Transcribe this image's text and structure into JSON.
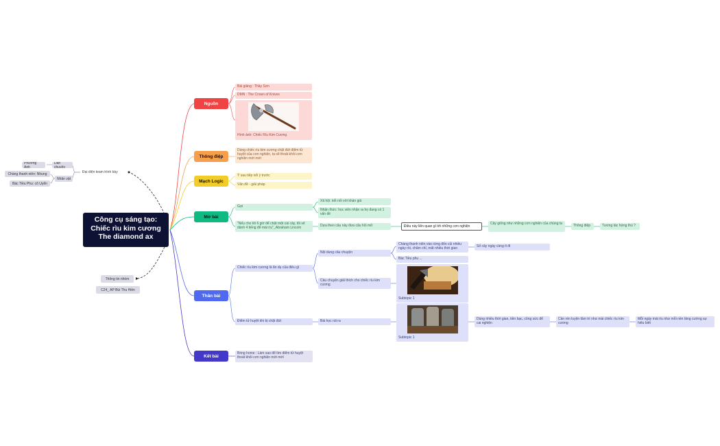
{
  "root": {
    "lines": [
      "Công cụ sáng tạo:",
      "Chiếc rìu kim cương",
      "The diamond ax"
    ]
  },
  "left": {
    "presenter": "Đại diện team  trình bày",
    "dan_chuyen": "Dẫn chuyện",
    "phuong_anh": "Phương Anh",
    "nhan_vat": "Nhân vật",
    "chang_thanh_nien": "Chàng thanh niên: Nhung",
    "bac_tieu_phu": "Bác Tiều Phu: cô Uyển",
    "team_info": "Thông tin nhóm",
    "team_name": "C24_ AP Bùi Thu Hiền"
  },
  "branches": {
    "nguon": {
      "label": "Nguồn",
      "color": "#ef4444",
      "items": [
        "Bài giảng : Thầy Sơn",
        "DMN : The Crown of Knives"
      ],
      "image_caption": "Hình ảnh: Chiếc Rìu Kim Cương"
    },
    "thong_diep": {
      "label": "Thông điệp",
      "color": "#f59e4b",
      "text": "Dùng chiếc rìu kim cương chặt đứt điểm tử huyệt của cơn nghiện, ta sẽ thoát khỏi cơn nghiện mới mới"
    },
    "mach_logic": {
      "label": "Mạch Logic",
      "color": "#f2cd29",
      "items": [
        "Ý sau tiếp nối ý trước",
        "Vấn đề - giải pháp"
      ]
    },
    "mo_bai": {
      "label": "Mở bài",
      "color": "#10b981",
      "goi": "Gợi",
      "goi_children": [
        "Xã hội: kết nối với khán giả",
        "Nhận thức: học viên nhận ra họ đang có 1 vấn đề"
      ],
      "quote": "\"Nếu cho tôi 6 giờ để chặt một cái cây, tôi sẽ dành 4 tiếng để mài rìu\"_Abraham Lincoln",
      "dua": "Dựa theo câu này đưa câu hỏi mở",
      "question": "Điều này liên quan gì tới những cơn nghiện",
      "cay": "Cây giống như những cơn nghiện của chúng ta",
      "thong_diep": "Thông điệp",
      "tuong_tac": "Tương tác hứng thú ?"
    },
    "than_bai": {
      "label": "Thân bài",
      "color": "#4f6af0",
      "an_du": "Chiếc rìu kim cương là ẩn dụ của điều gì",
      "noi_dung": "Nội dung câu chuyện",
      "chang": "Chàng thanh niên vào rừng đốn củi nhiều ngày rồi, chăm chỉ, mất nhiều thời gian",
      "so_cay": "Số cây ngày càng ít đi",
      "bac": "Bác Tiều phu ...",
      "cau_chuyen": "Câu chuyện giải thích cho chiếc rìu kim cương",
      "subtopic1": "Subtopic 1",
      "diem_tu": "Điểm tử huyệt khi bị chặt đứt",
      "bai_hoc": "Bài học rút ra",
      "subtopic2": "Subtopic 1",
      "dung_nhieu": "Dùng nhiều thời gian, tiền bạc, công sức để cai nghiện",
      "can_ren": "Cần rèn luyện tâm trí như mài chiếc rìu kim cương",
      "moi_ngay": "Mỗi ngày mài rìu như mỗi nền tảng cường sự hiểu biết"
    },
    "ket_bai": {
      "label": "Kết bài",
      "color": "#4338ca",
      "text": "Bring home : Làm sao để tìm điểm tử huyệt thoát khỏi cơn nghiện mới mới"
    }
  }
}
